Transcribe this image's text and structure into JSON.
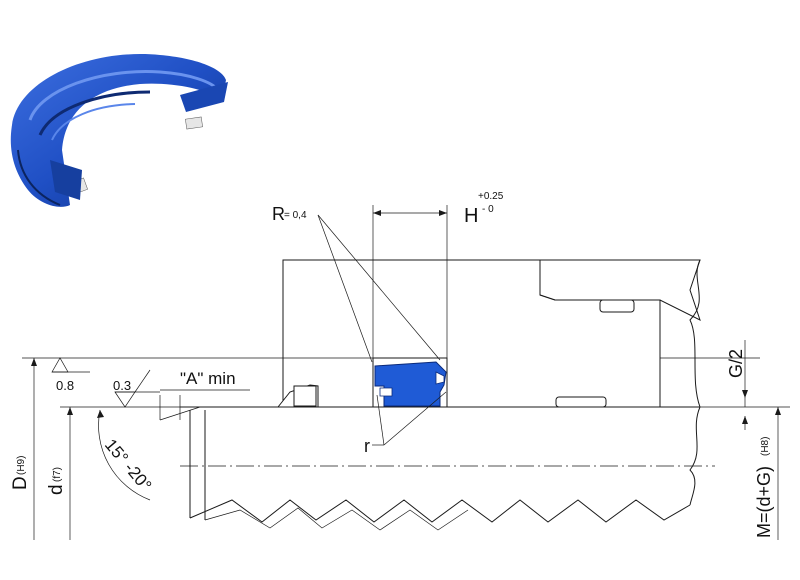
{
  "labels": {
    "radius_R": "R",
    "radius_R_value": "= 0,4",
    "height_H": "H",
    "height_tol_upper": "+0.25",
    "height_tol_lower": "- 0",
    "groove_g2": "G/2",
    "bore_D": "D",
    "bore_D_tol": "(H9)",
    "rod_d": "d",
    "rod_d_tol": "(f7)",
    "diameter_M": "M=(d+G)",
    "diameter_M_tol": "(H8)",
    "roughness_1": "0.8",
    "roughness_2": "0.3",
    "chamfer_min": "\"A\" min",
    "angle_range": "15° -20°",
    "radius_r": "r"
  },
  "colors": {
    "seal": "#1f4fc4",
    "seal_dark": "#123a8f",
    "seal_light": "#3d6fe0",
    "line": "#1a1a1a"
  }
}
